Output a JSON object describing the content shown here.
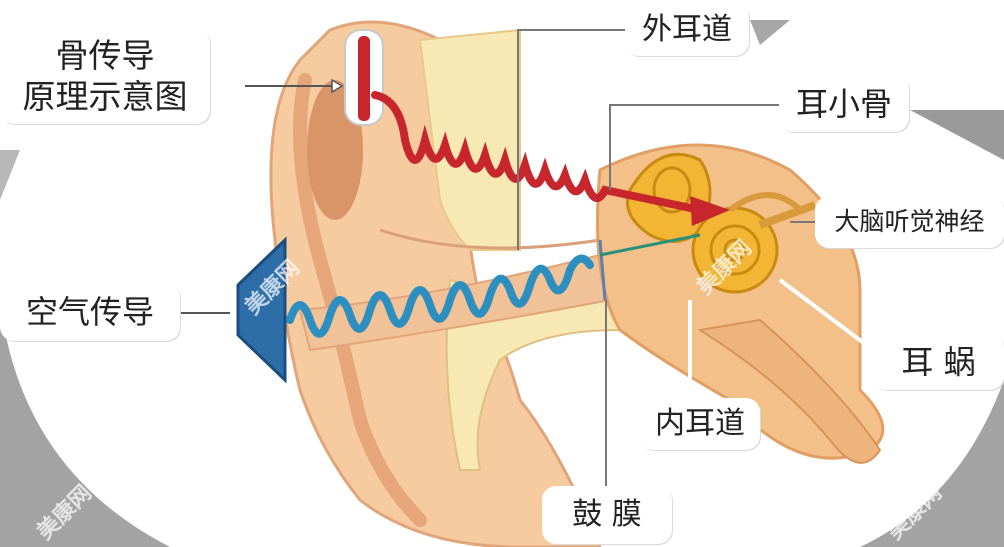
{
  "labels": {
    "title_line1": "骨传导",
    "title_line2": "原理示意图",
    "air_conduction": "空气传导",
    "external_canal": "外耳道",
    "ossicles": "耳小骨",
    "auditory_nerve": "大脑听觉神经",
    "cochlea": "耳 蜗",
    "inner_canal": "内耳道",
    "eardrum": "鼓 膜"
  },
  "watermark": "美康网",
  "colors": {
    "skin": "#f6cba0",
    "skin_dark": "#e9a97a",
    "bone": "#f7e7b0",
    "bone_conduction_wave": "#c7262c",
    "air_conduction_wave": "#2d8fc0",
    "speaker": "#2d6ea8",
    "cochlea": "#f2b534",
    "background_gray": "#9a9a9a"
  }
}
